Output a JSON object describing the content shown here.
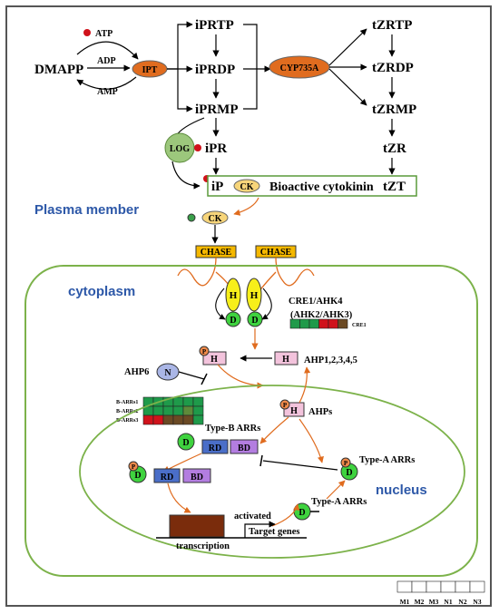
{
  "colors": {
    "orange": "#e06c1f",
    "green_cell": "#1f9a4a",
    "red_cell": "#d0121b",
    "dark_cell": "#6b4a24",
    "membrane": "#7cb24a",
    "blue_text": "#2d58a8",
    "pink_box": "#f3c3dc",
    "chase_box": "#f5b800"
  },
  "metabolism": {
    "dmapp": "DMAPP",
    "atp": "ATP",
    "adp": "ADP",
    "amp": "AMP",
    "ipt": "IPT",
    "iprtp": "iPRTP",
    "iprdp": "iPRDP",
    "iprmp": "iPRMP",
    "cyp": "CYP735A",
    "tzrtp": "tZRTP",
    "tzrdp": "tZRDP",
    "tzrmp": "tZRMP",
    "log": "LOG",
    "ipr": "iPR",
    "tzr": "tZR",
    "ip": "iP",
    "ck": "CK",
    "bioactive": "Bioactive cytokinin",
    "tzt": "tZT"
  },
  "membrane": {
    "plasma_member": "Plasma member",
    "cytoplasm": "cytoplasm",
    "nucleus": "nucleus",
    "chase": "CHASE"
  },
  "signaling": {
    "h": "H",
    "d": "D",
    "p": "P",
    "n": "N",
    "cre1": "CRE1/AHK4",
    "ahk23": "(AHK2/AHK3)",
    "cre1_tag": "CRE1",
    "ahp_list": "AHP1,2,3,4,5",
    "ahp6": "AHP6",
    "ahps": "AHPs",
    "type_b": "Type-B ARRs",
    "type_a_1": "Type-A ARRs",
    "type_a_2": "Type-A ARRs",
    "rd": "RD",
    "bd": "BD",
    "activated": "activated",
    "target_genes": "Target genes",
    "transcription": "transcription"
  },
  "heatmaps": {
    "cre1_cells": [
      "#1f9a4a",
      "#1f9a4a",
      "#1f9a4a",
      "#d0121b",
      "#d0121b",
      "#6b4a24"
    ],
    "b_arrs_labels": [
      "B-ARRs1",
      "B-ARRs2",
      "B-ARRs3"
    ],
    "b_arrs_rows": [
      [
        "#1f9a4a",
        "#1f9a4a",
        "#1f9a4a",
        "#1f9a4a",
        "#1f9a4a",
        "#1f9a4a"
      ],
      [
        "#1f9a4a",
        "#1f9a4a",
        "#1f9a4a",
        "#1f9a4a",
        "#5e8a3a",
        "#1f9a4a"
      ],
      [
        "#d0121b",
        "#d0121b",
        "#6b4a24",
        "#6b4a24",
        "#6b4a24",
        "#1f9a4a"
      ]
    ]
  },
  "legend": {
    "samples": [
      "M1",
      "M2",
      "M3",
      "N1",
      "N2",
      "N3"
    ]
  }
}
